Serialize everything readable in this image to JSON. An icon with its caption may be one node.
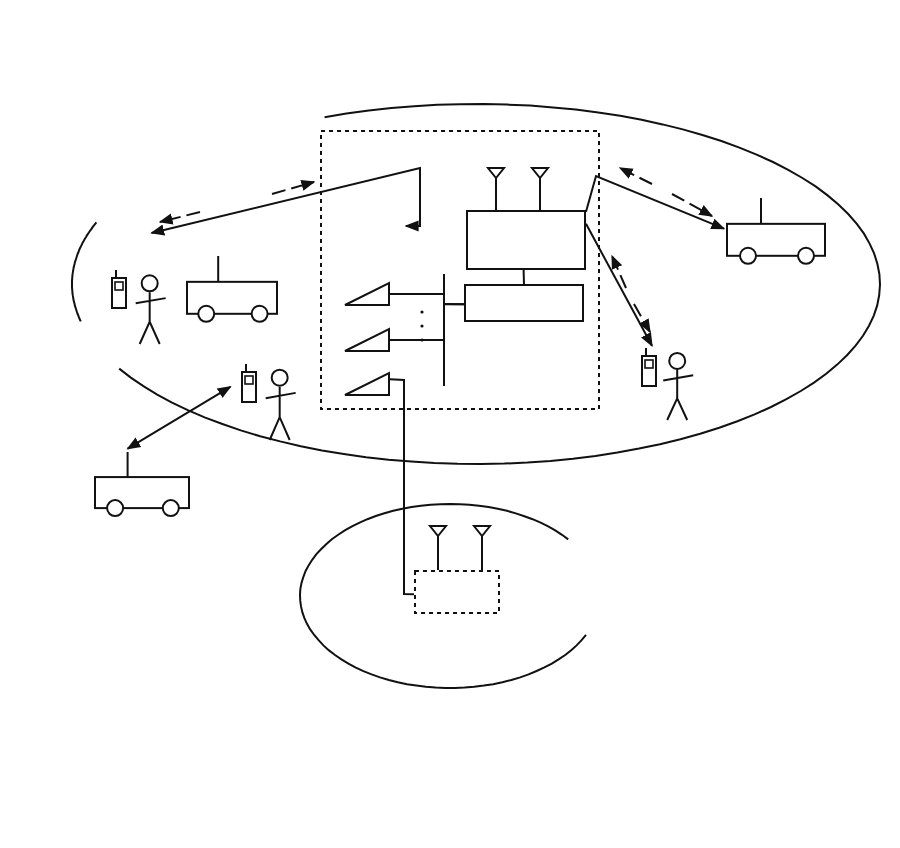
{
  "diagram": {
    "nodes": [
      {
        "text": [],
        "shape": "box"
      },
      {
        "text": [],
        "shape": "box",
        "in": 0
      },
      {
        "text": [],
        "shape": "box",
        "in": 0
      },
      {
        "text": [],
        "shape": "triangle",
        "in": 0
      },
      {
        "text": [],
        "shape": "triangle",
        "in": 0
      },
      {
        "text": [],
        "shape": "triangle",
        "in": 0
      },
      {
        "text": [],
        "shape": "box"
      },
      {
        "text": [],
        "shape": "truck"
      },
      {
        "text": [],
        "shape": "person"
      },
      {
        "text": [],
        "shape": "person"
      },
      {
        "text": [],
        "shape": "truck"
      },
      {
        "text": [],
        "shape": "person"
      },
      {
        "text": [],
        "shape": "truck"
      }
    ],
    "edges": [
      {
        "from": 1,
        "to": 7,
        "arrow": "to"
      },
      {
        "from": 1,
        "to": 8,
        "arrow": "to"
      },
      {
        "from": null,
        "to": 9,
        "arrow": "both"
      },
      {
        "from": 12,
        "to": 11,
        "arrow": "both"
      },
      {
        "from": 1,
        "to": 2,
        "arrow": "none"
      },
      {
        "from": 3,
        "to": 2,
        "arrow": "none"
      },
      {
        "from": 4,
        "to": 2,
        "arrow": "none"
      },
      {
        "from": 5,
        "to": 6,
        "arrow": "none"
      }
    ]
  }
}
